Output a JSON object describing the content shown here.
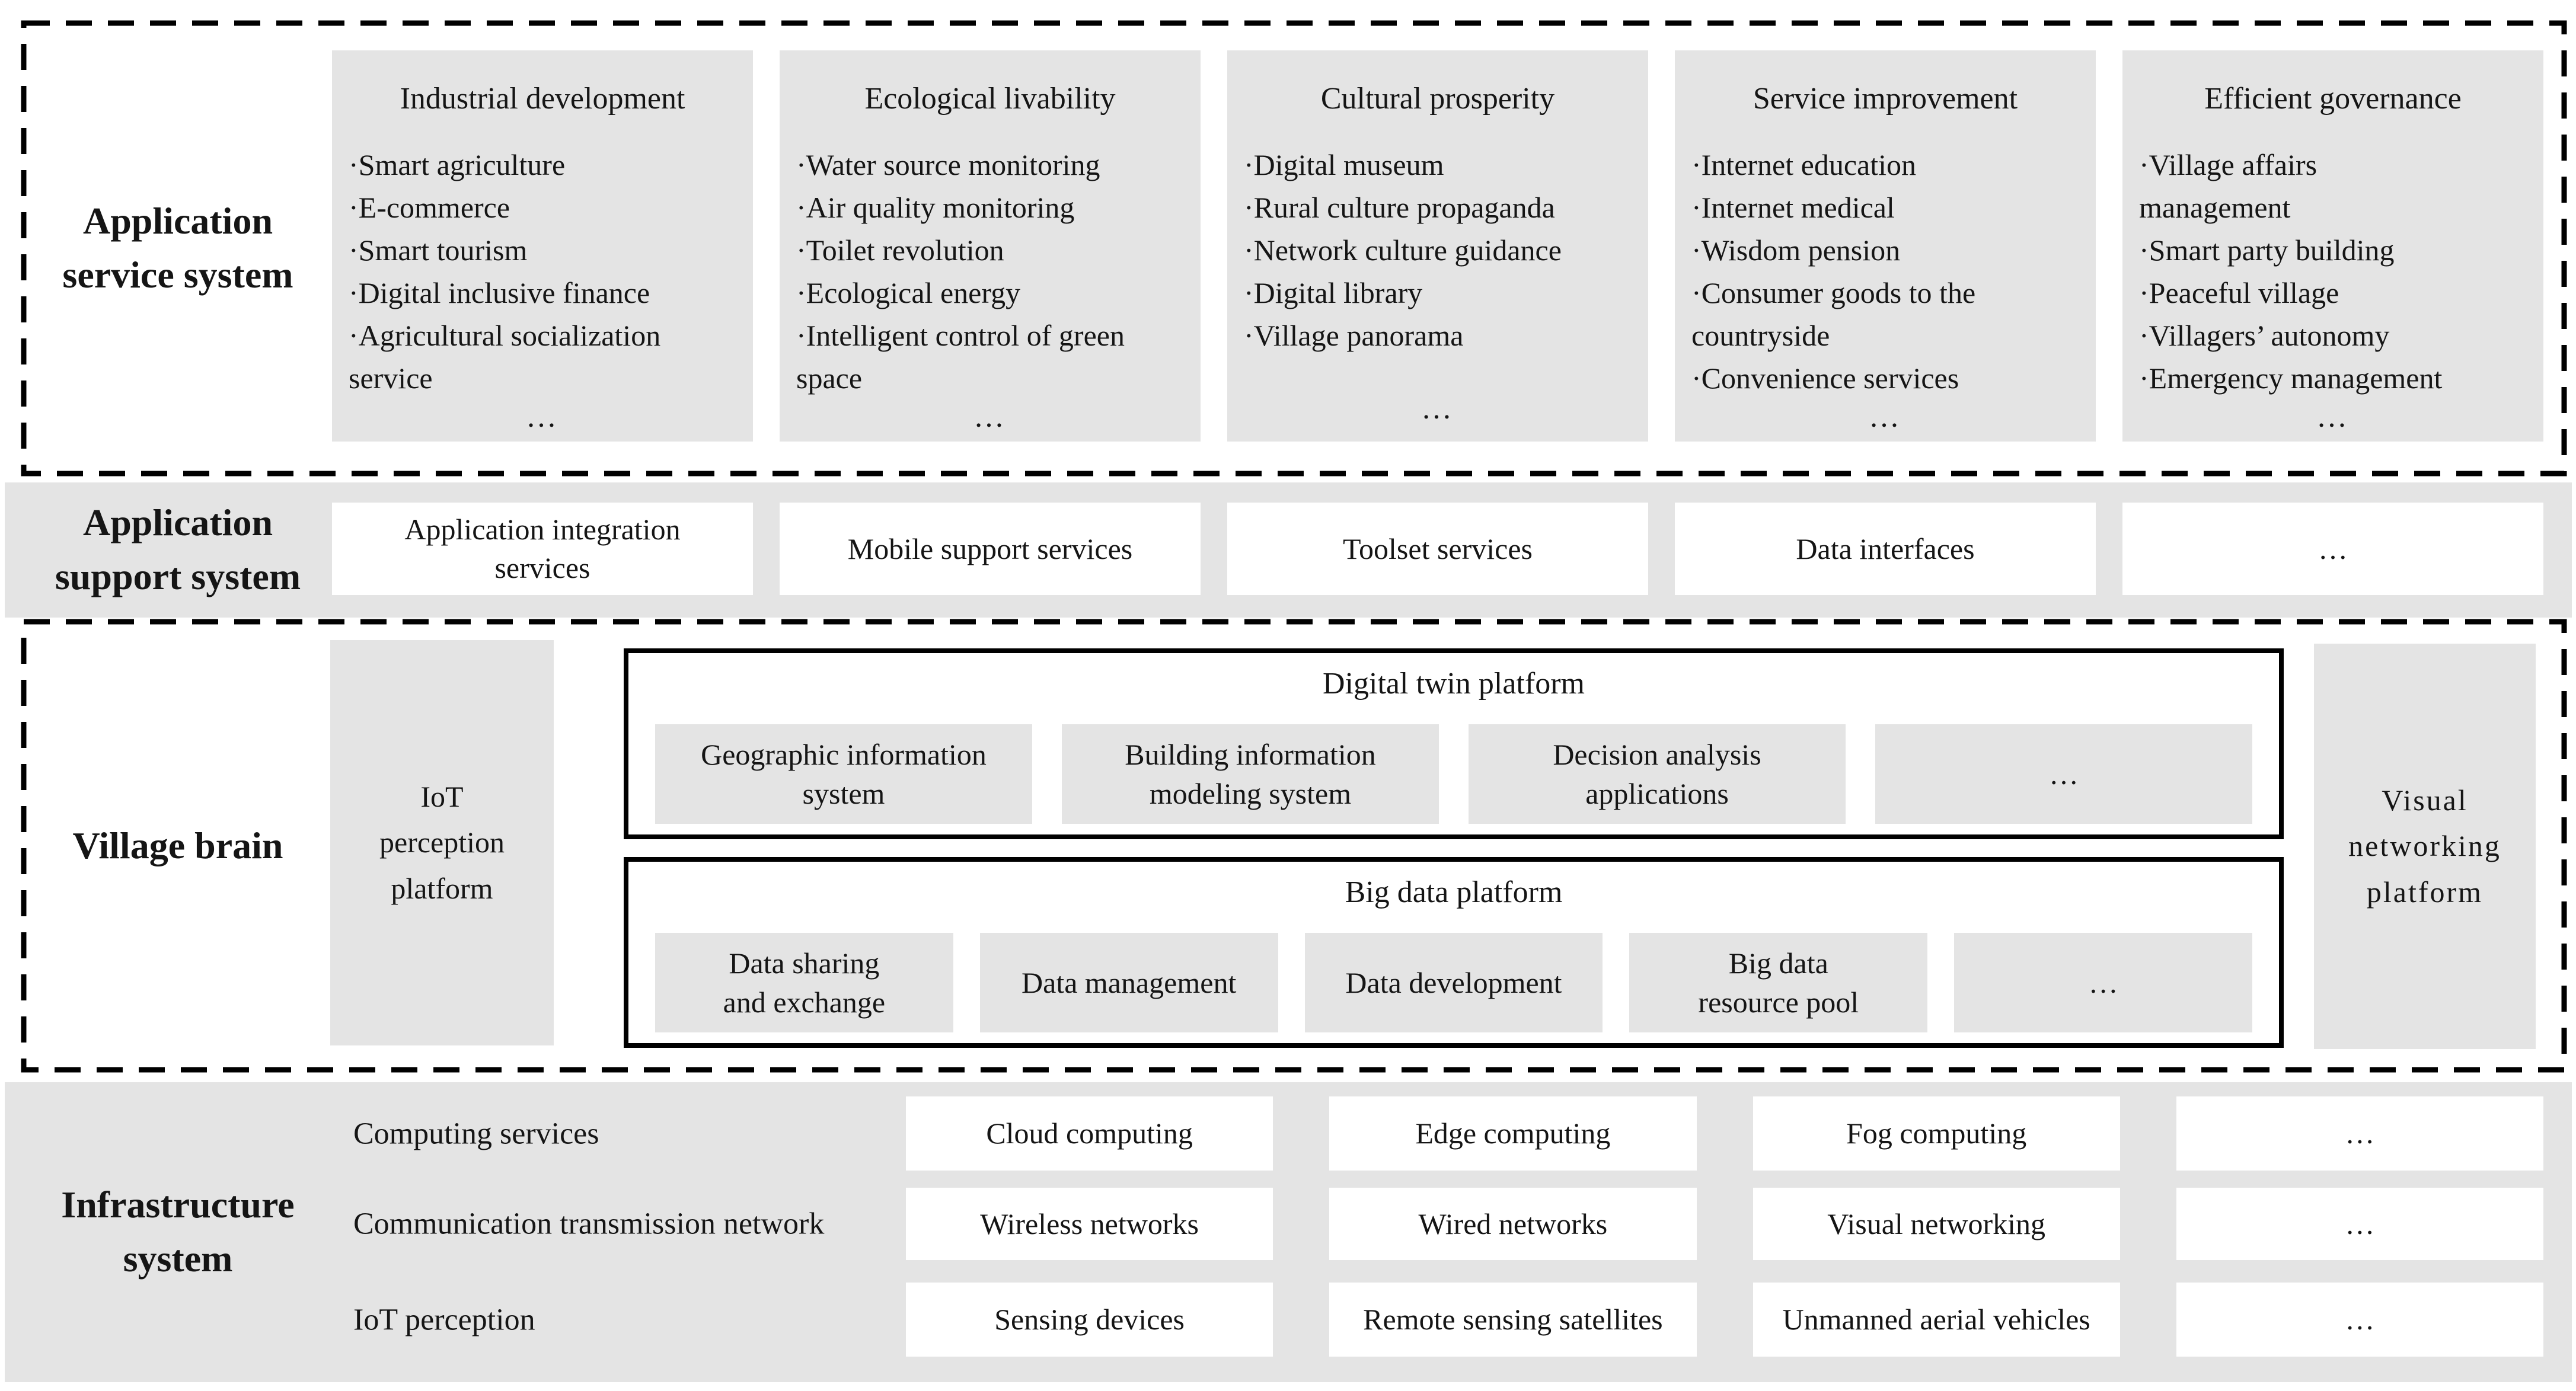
{
  "colors": {
    "panel_gray": "#e4e4e4",
    "box_white": "#ffffff",
    "line_black": "#000000",
    "text": "#151515"
  },
  "bullet": "·",
  "service_band": {
    "label": "Application service system",
    "cards": [
      {
        "title": "Industrial development",
        "items": [
          "Smart agriculture",
          "E-commerce",
          "Smart tourism",
          "Digital inclusive finance",
          "Agricultural socialization\nservice"
        ],
        "more": "…"
      },
      {
        "title": "Ecological livability",
        "items": [
          "Water source monitoring",
          "Air quality monitoring",
          "Toilet revolution",
          "Ecological energy",
          "Intelligent control of green\nspace"
        ],
        "more": "…"
      },
      {
        "title": "Cultural prosperity",
        "items": [
          "Digital museum",
          "Rural culture propaganda",
          "Network culture guidance",
          "Digital library",
          "Village panorama"
        ],
        "more": "…"
      },
      {
        "title": "Service improvement",
        "items": [
          "Internet education",
          "Internet medical",
          "Wisdom pension",
          "Consumer goods to the\ncountryside",
          "Convenience services"
        ],
        "more": "…"
      },
      {
        "title": "Efficient governance",
        "items": [
          "Village affairs\nmanagement",
          "Smart party building",
          "Peaceful village",
          "Villagers’ autonomy",
          "Emergency management"
        ],
        "more": "…"
      }
    ]
  },
  "support_band": {
    "label": "Application support system",
    "boxes": [
      "Application integration\nservices",
      "Mobile support services",
      "Toolset services",
      "Data interfaces",
      "…"
    ]
  },
  "brain_band": {
    "label": "Village brain",
    "iot_platform": "IoT\nperception\nplatform",
    "visual_platform": "Visual\nnetworking\nplatform",
    "digital_twin": {
      "title": "Digital twin platform",
      "boxes": [
        "Geographic information\nsystem",
        "Building information\nmodeling system",
        "Decision analysis\napplications",
        "…"
      ]
    },
    "big_data": {
      "title": "Big data platform",
      "boxes": [
        "Data sharing\nand exchange",
        "Data management",
        "Data development",
        "Big data\nresource pool",
        "…"
      ]
    }
  },
  "infra_band": {
    "label": "Infrastructure system",
    "rows": [
      {
        "label": "Computing services",
        "boxes": [
          "Cloud computing",
          "Edge computing",
          "Fog computing",
          "…"
        ]
      },
      {
        "label": "Communication transmission network",
        "boxes": [
          "Wireless networks",
          "Wired networks",
          "Visual networking",
          "…"
        ]
      },
      {
        "label": "IoT perception",
        "boxes": [
          "Sensing devices",
          "Remote sensing satellites",
          "Unmanned aerial vehicles",
          "…"
        ]
      }
    ]
  }
}
